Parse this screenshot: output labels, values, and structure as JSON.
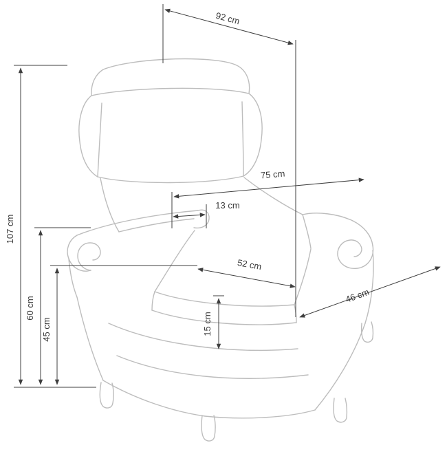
{
  "diagram": {
    "labels": {
      "depth": "92 cm",
      "total_height": "107 cm",
      "armrest_height": "60 cm",
      "seat_height": "45 cm",
      "total_width": "75 cm",
      "armrest_width": "13 cm",
      "seat_width": "52 cm",
      "seat_depth": "46 cm",
      "footrest_height": "15 cm"
    },
    "colors": {
      "chair_line": "#bdbdbd",
      "dimension_line": "#3f3f3f",
      "label_text": "#3c3c3c",
      "background": "#ffffff"
    }
  }
}
